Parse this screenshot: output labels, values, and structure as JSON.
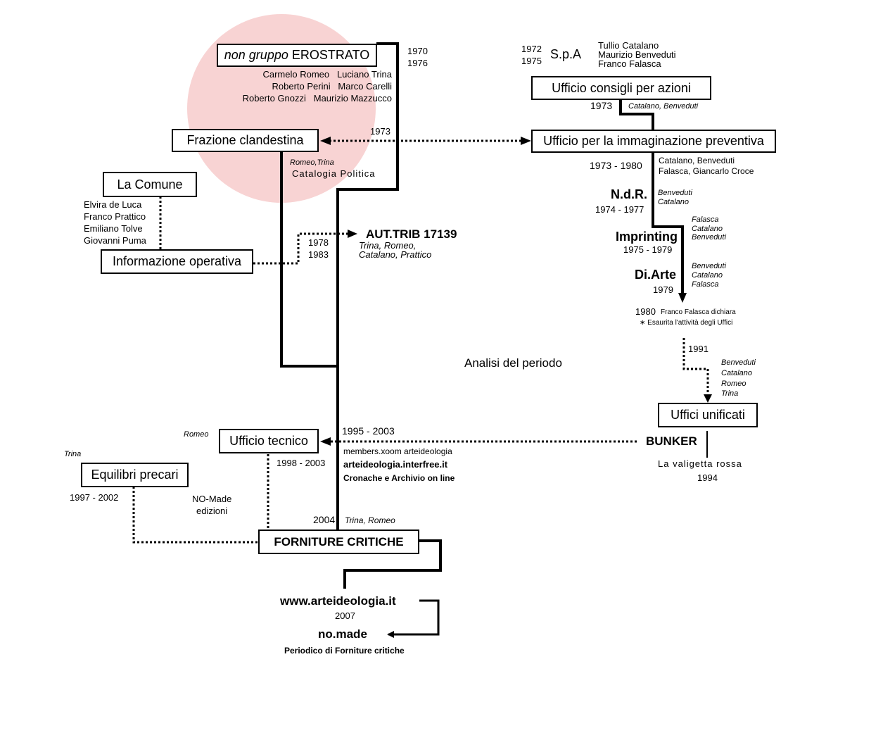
{
  "colors": {
    "highlight_circle": "#f8d3d3",
    "line": "#000000",
    "background": "#ffffff"
  },
  "erostrato": {
    "box_italic": "non gruppo",
    "box_name": "EROSTRATO",
    "year_start": "1970",
    "year_end": "1976",
    "members": [
      "Carmelo Romeo   Luciano Trina",
      "Roberto Perini   Marco Carelli",
      "Roberto Gnozzi   Maurizio Mazzucco"
    ]
  },
  "frazione": {
    "box": "Frazione clandestina",
    "year": "1973",
    "names": "Romeo,Trina",
    "subtitle": "Catalogia Politica"
  },
  "comune": {
    "box": "La Comune",
    "members": [
      "Elvira de Luca",
      "Franco Prattico",
      "Emiliano Tolve",
      "Giovanni Puma"
    ]
  },
  "informazione": {
    "box": "Informazione operativa",
    "year_start": "1978",
    "year_end": "1983"
  },
  "aut_trib": {
    "title": "AUT.TRIB 17139",
    "names": [
      "Trina, Romeo,",
      "Catalano, Prattico"
    ]
  },
  "spa": {
    "year_start": "1972",
    "year_end": "1975",
    "name": "S.p.A",
    "members": [
      "Tullio Catalano",
      "Maurizio Benveduti",
      "Franco Falasca"
    ]
  },
  "consigli": {
    "box": "Ufficio consigli per azioni",
    "year": "1973",
    "names": "Catalano, Benveduti"
  },
  "immaginazione": {
    "box": "Ufficio per la immaginazione preventiva",
    "years": "1973 - 1980",
    "members": [
      "Catalano, Benveduti",
      "Falasca, Giancarlo Croce"
    ]
  },
  "ndr": {
    "title": "N.d.R.",
    "years": "1974 - 1977",
    "names": [
      "Benveduti",
      "Catalano"
    ]
  },
  "imprinting": {
    "title": "Imprinting",
    "years": "1975 - 1979",
    "names": [
      "Falasca",
      "Catalano",
      "Benveduti"
    ]
  },
  "diarte": {
    "title": "Di.Arte",
    "year": "1979",
    "names": [
      "Benveduti",
      "Catalano",
      "Falasca"
    ]
  },
  "falasca_note": {
    "year": "1980",
    "line1": "Franco Falasca dichiara",
    "line2": "∗ Esaurita l'attività degli Uffici"
  },
  "uffici_unificati": {
    "year": "1991",
    "names": [
      "Benveduti",
      "Catalano",
      "Romeo",
      "Trina"
    ],
    "box": "Uffici unificati"
  },
  "bunker": {
    "title": "BUNKER",
    "subtitle": "La valigetta rossa",
    "year": "1994"
  },
  "analisi": {
    "label": "Analisi del periodo"
  },
  "tecnico": {
    "box": "Ufficio tecnico",
    "names": "Romeo",
    "years": "1995 - 2003",
    "sites": [
      "members.xoom arteideologia",
      "arteideologia.interfree.it",
      "Cronache e Archivio on line"
    ],
    "years2": "1998 - 2003"
  },
  "equilibri": {
    "box": "Equilibri precari",
    "names": "Trina",
    "years": "1997 - 2002"
  },
  "nomade_edizioni": {
    "line1": "NO-Made",
    "line2": "edizioni"
  },
  "forniture": {
    "year": "2004",
    "names": "Trina, Romeo",
    "box": "FORNITURE CRITICHE"
  },
  "web": {
    "site": "www.arteideologia.it",
    "year": "2007",
    "nomade": "no.made",
    "subtitle": "Periodico di Forniture critiche"
  }
}
